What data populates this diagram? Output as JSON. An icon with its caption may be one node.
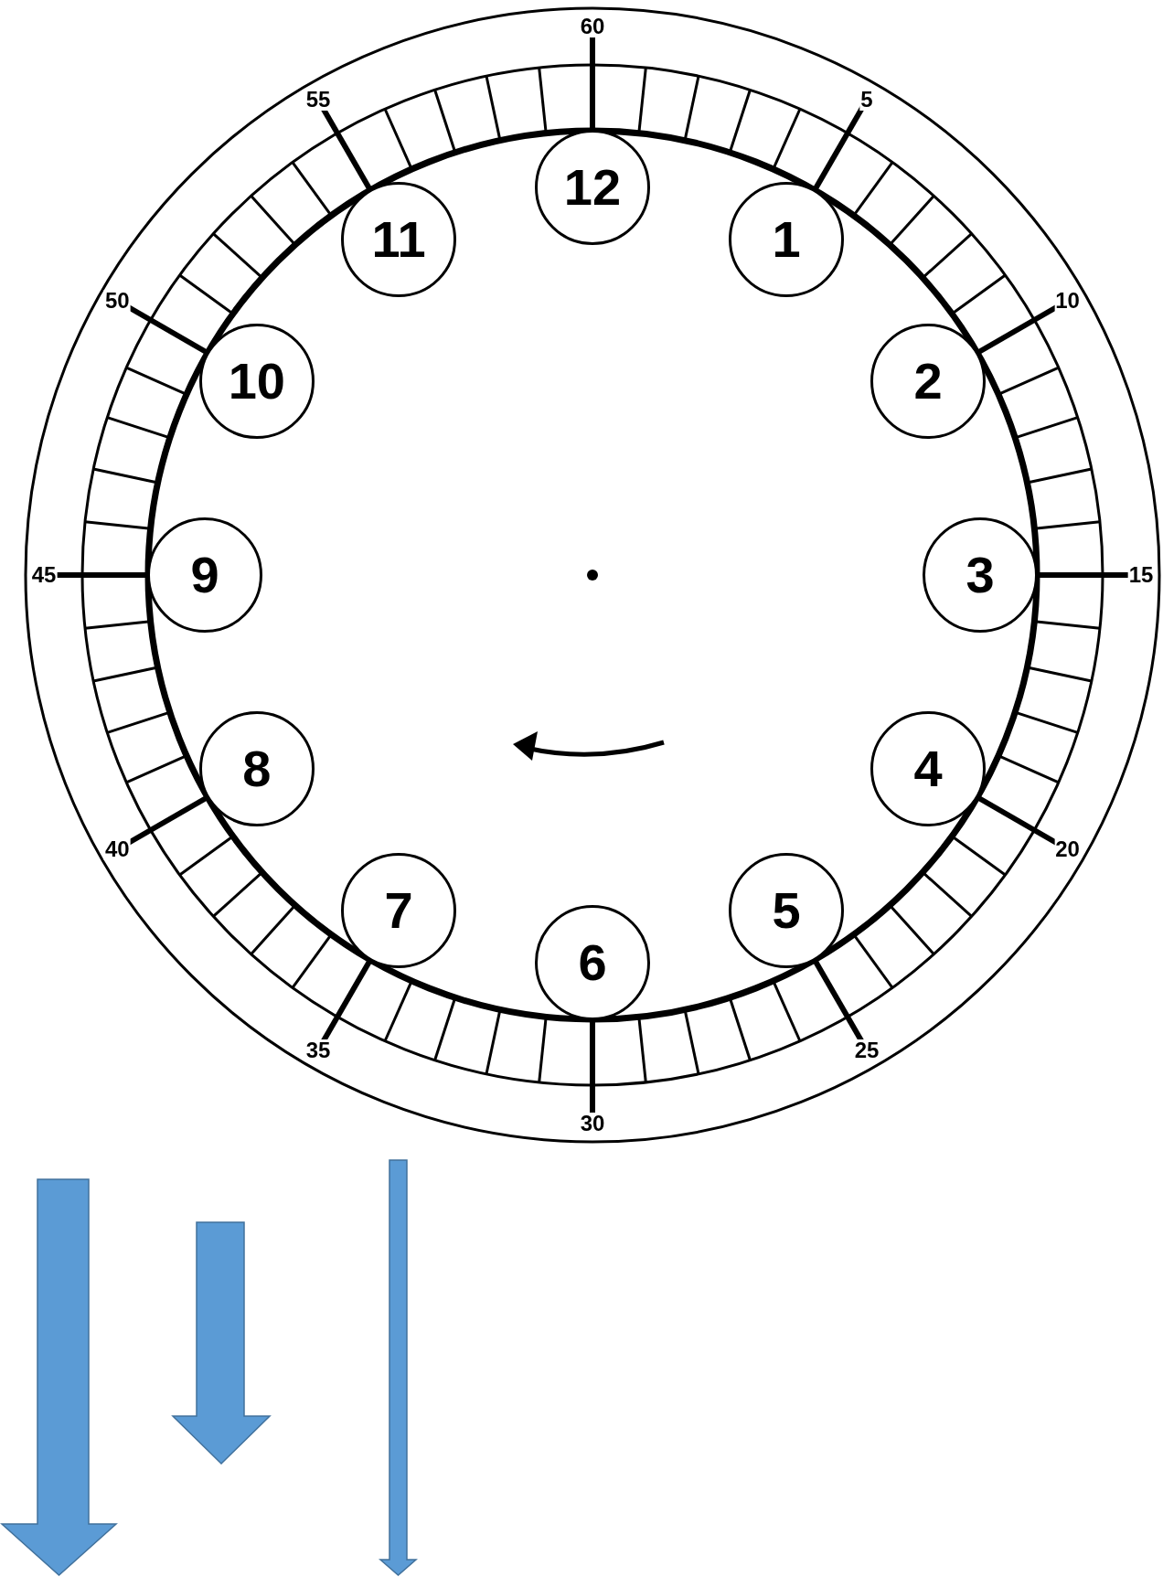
{
  "diagram": {
    "nodes": [
      {
        "text": [
          "12"
        ]
      },
      {
        "text": [
          "1"
        ]
      },
      {
        "text": [
          "2"
        ]
      },
      {
        "text": [
          "3"
        ]
      },
      {
        "text": [
          "4"
        ]
      },
      {
        "text": [
          "5"
        ]
      },
      {
        "text": [
          "6"
        ]
      },
      {
        "text": [
          "7"
        ]
      },
      {
        "text": [
          "8"
        ]
      },
      {
        "text": [
          "9"
        ]
      },
      {
        "text": [
          "10"
        ]
      },
      {
        "text": [
          "11"
        ]
      }
    ],
    "labels": [
      "60",
      "5",
      "10",
      "15",
      "20",
      "25",
      "30",
      "35",
      "40",
      "45",
      "50",
      "55"
    ]
  }
}
